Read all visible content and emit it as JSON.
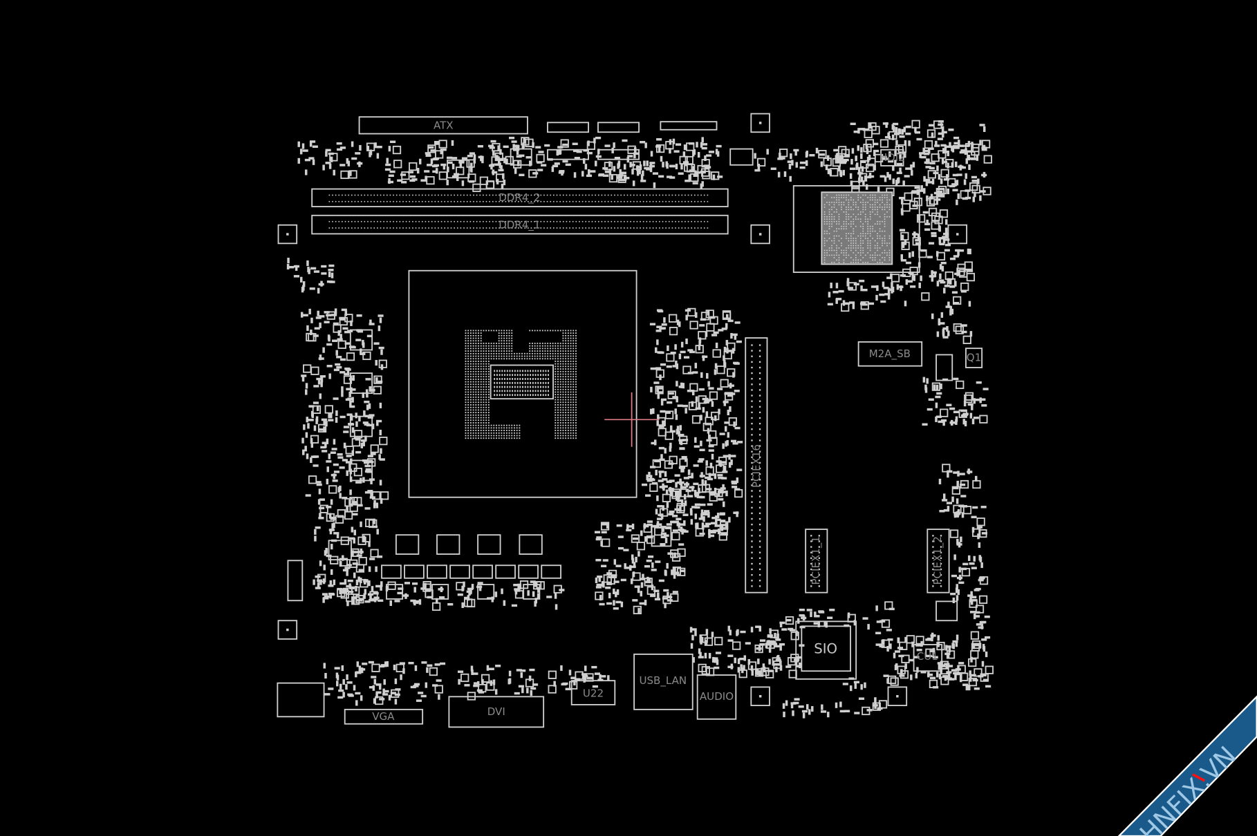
{
  "view": {
    "background": "#000000",
    "outline_color": "#cfcfcf",
    "cursor_color": "#e07a86",
    "pin_marker_color": "#1aa0a0"
  },
  "components": {
    "atx": "ATX",
    "ddr4_2": "DDR4_2",
    "ddr4_1": "DDR4_1",
    "m2a_sb": "M2A_SB",
    "pciex16": "PCIEX16",
    "pciex1_1": "PCIEX1_1",
    "pciex1_2": "PCIEX1_2",
    "sio": "SIO",
    "cu1": "CU1",
    "usb_lan": "USB_LAN",
    "audio": "AUDIO",
    "u22": "U22",
    "dvi": "DVI",
    "vga": "VGA",
    "hdi2": "HDI2",
    "q1": "Q1"
  },
  "watermark": {
    "text": "HNFIX.VN",
    "band_color": "#1a5a8a",
    "text_color": "#9ec8e6",
    "accent_color": "#ff1010"
  }
}
